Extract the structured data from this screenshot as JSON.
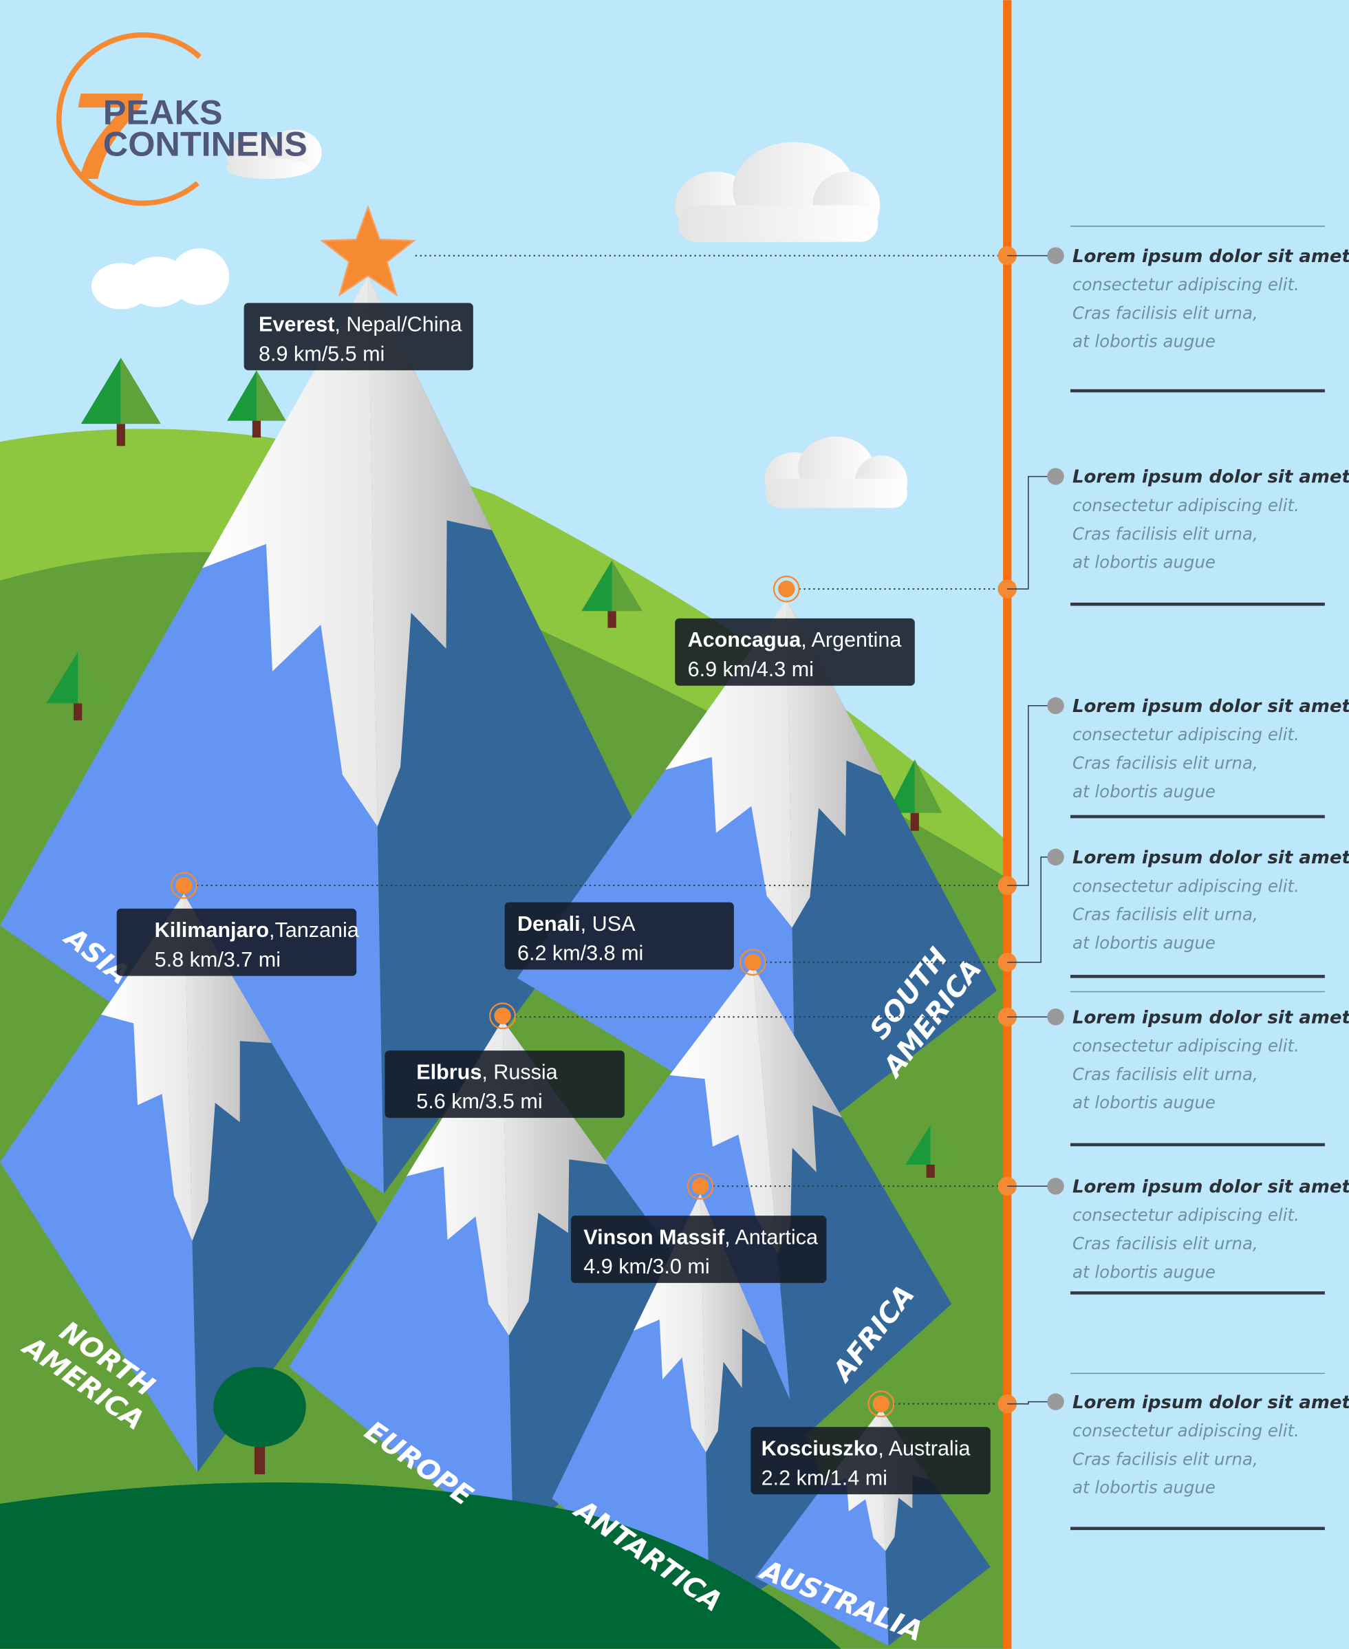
{
  "logo": {
    "number": "7",
    "line1": "PEAKS",
    "line2": "CONTINENS"
  },
  "colors": {
    "sky": "#bde8fb",
    "accent": "#f7700f",
    "face_light": "#6495f2",
    "face_dark": "#336699",
    "hill_light": "#8dc63f",
    "hill_mid": "#63a03a",
    "hill_dark": "#006837"
  },
  "peaks": [
    {
      "name": "Everest",
      "country": ", Nepal/China",
      "height": "8.9 km/5.5 mi",
      "marker": "star"
    },
    {
      "name": "Aconcagua",
      "country": ", Argentina",
      "height": "6.9 km/4.3 mi",
      "marker": "dot"
    },
    {
      "name": "Denali",
      "country": ", USA",
      "height": "6.2 km/3.8 mi",
      "marker": "dot"
    },
    {
      "name": "Kilimanjaro",
      "country": ",Tanzania",
      "height": "5.8 km/3.7 mi",
      "marker": "dot"
    },
    {
      "name": "Elbrus",
      "country": ", Russia",
      "height": "5.6 km/3.5 mi",
      "marker": "dot"
    },
    {
      "name": "Vinson Massif",
      "country": ", Antartica",
      "height": "4.9 km/3.0 mi",
      "marker": "dot"
    },
    {
      "name": "Kosciuszko",
      "country": ", Australia",
      "height": "2.2 km/1.4 mi",
      "marker": "dot"
    }
  ],
  "continents": [
    "ASIA",
    "SOUTH AMERICA",
    "NORTH AMERICA",
    "AFRICA",
    "EUROPE",
    "ANTARTICA",
    "AUSTRALIA"
  ],
  "info_items": [
    {
      "heading": "Lorem ipsum dolor sit amet,",
      "lines": [
        "consectetur adipiscing elit.",
        "Cras facilisis elit urna,",
        "at lobortis augue"
      ]
    },
    {
      "heading": "Lorem ipsum dolor sit amet,",
      "lines": [
        "consectetur adipiscing elit.",
        "Cras facilisis elit urna,",
        "at lobortis augue"
      ]
    },
    {
      "heading": "Lorem ipsum dolor sit amet,",
      "lines": [
        "consectetur adipiscing elit.",
        "Cras facilisis elit urna,",
        "at lobortis augue"
      ]
    },
    {
      "heading": "Lorem ipsum dolor sit amet,",
      "lines": [
        "consectetur adipiscing elit.",
        "Cras facilisis elit urna,",
        "at lobortis augue"
      ]
    },
    {
      "heading": "Lorem ipsum dolor sit amet,",
      "lines": [
        "consectetur adipiscing elit.",
        "Cras facilisis elit urna,",
        "at lobortis augue"
      ]
    },
    {
      "heading": "Lorem ipsum dolor sit amet,",
      "lines": [
        "consectetur adipiscing elit.",
        "Cras facilisis elit urna,",
        "at lobortis augue"
      ]
    },
    {
      "heading": "Lorem ipsum dolor sit amet,",
      "lines": [
        "consectetur adipiscing elit.",
        "Cras facilisis elit urna,",
        "at lobortis augue"
      ]
    }
  ]
}
